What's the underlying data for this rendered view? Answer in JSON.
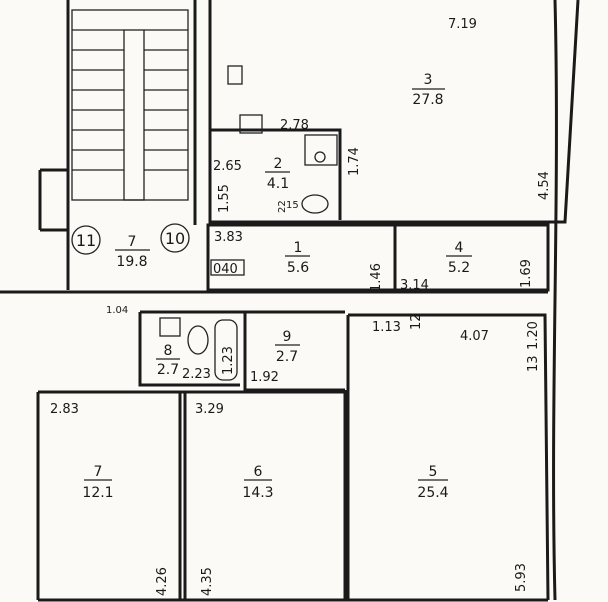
{
  "plan": {
    "rooms": [
      {
        "number": "3",
        "area": "27.8"
      },
      {
        "number": "2",
        "area": "4.1"
      },
      {
        "number": "7",
        "area": "19.8"
      },
      {
        "number": "1",
        "area": "5.6"
      },
      {
        "number": "4",
        "area": "5.2"
      },
      {
        "number": "8",
        "area": "2.7"
      },
      {
        "number": "9",
        "area": "2.7"
      },
      {
        "number": "7",
        "area": "12.1"
      },
      {
        "number": "6",
        "area": "14.3"
      },
      {
        "number": "5",
        "area": "25.4"
      }
    ],
    "axis_marks": [
      "11",
      "10"
    ],
    "box_label": "040",
    "dimensions": {
      "d719": "7.19",
      "d454": "4.54",
      "d278": "2.78",
      "d265": "2.65",
      "d174": "1.74",
      "d155": "1.55",
      "d22": "22",
      "d15": "15",
      "d383": "3.83",
      "d146": "1.46",
      "d314": "3.14",
      "d169": "1.69",
      "d113": "1.13",
      "d12": "12",
      "d407": "4.07",
      "d120": "1.20",
      "d13": "13",
      "d123": "1.23",
      "d223": "2.23",
      "d192": "1.92",
      "d283": "2.83",
      "d329": "3.29",
      "d426": "4.26",
      "d435": "4.35",
      "d593": "5.93",
      "d104": "1.04"
    }
  }
}
